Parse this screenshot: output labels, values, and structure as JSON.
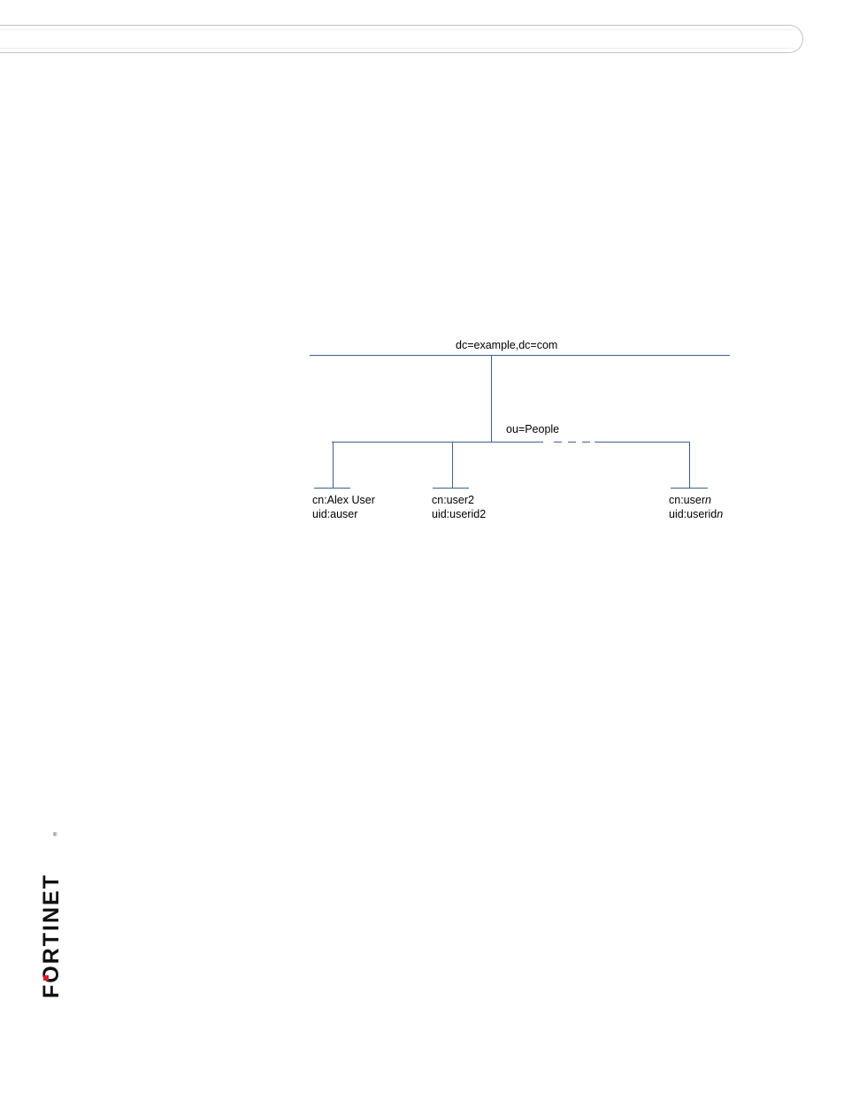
{
  "diagram": {
    "root": {
      "label": "dc=example,dc=com"
    },
    "ou": {
      "label": "ou=People"
    },
    "users": [
      {
        "cn": "cn:Alex User",
        "uid": "uid:auser"
      },
      {
        "cn": "cn:user2",
        "uid": "uid:userid2"
      },
      {
        "cn_prefix": "cn:user",
        "cn_var": "n",
        "uid_prefix": "uid:userid",
        "uid_var": "n"
      }
    ],
    "line_color": "#3f5f8f"
  },
  "logo": {
    "brand": "FORTINET",
    "brand_color": "#e11b22",
    "registered_mark": "®"
  }
}
